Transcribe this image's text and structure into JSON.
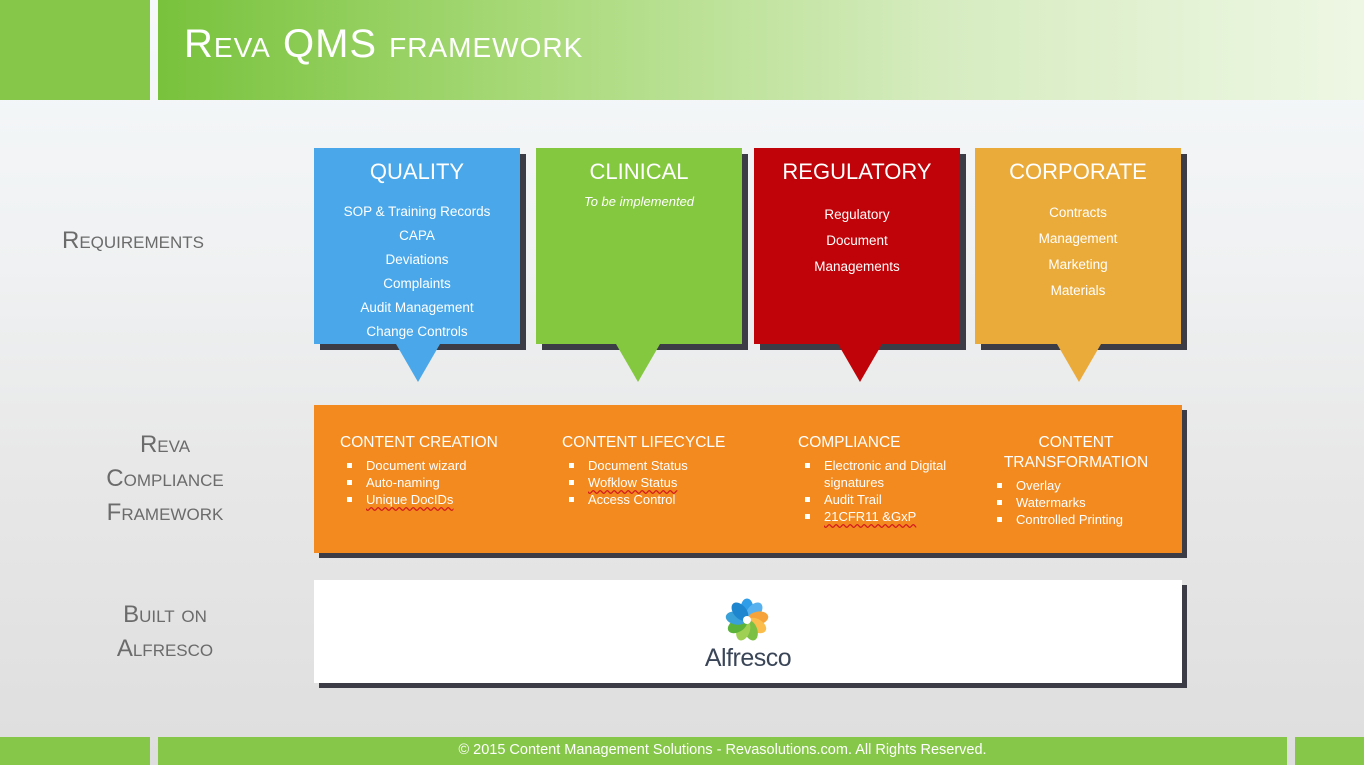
{
  "header": {
    "title": "Reva QMS framework"
  },
  "labels": {
    "requirements": "Requirements",
    "framework": [
      "Reva",
      "Compliance",
      "Framework"
    ],
    "built_on": [
      "Built on",
      "Alfresco"
    ]
  },
  "callouts": {
    "quality": {
      "title": "QUALITY",
      "items": [
        "SOP & Training Records",
        "CAPA",
        "Deviations",
        "Complaints",
        "Audit Management",
        "Change Controls"
      ],
      "color": "#4aa8ea"
    },
    "clinical": {
      "title": "CLINICAL",
      "subtitle": "To be implemented",
      "color": "#84c83f"
    },
    "regulatory": {
      "title": "REGULATORY",
      "items": [
        "Regulatory",
        "Document",
        "Managements"
      ],
      "color": "#c00308"
    },
    "corporate": {
      "title": "CORPORATE",
      "items": [
        "Contracts",
        "Management",
        "Marketing",
        "Materials"
      ],
      "color": "#ebab3b"
    }
  },
  "framework": {
    "color": "#f38a1f",
    "content_creation": {
      "title": "CONTENT CREATION",
      "items": [
        "Document wizard",
        "Auto-naming",
        "Unique DocIDs"
      ]
    },
    "content_lifecycle": {
      "title": "CONTENT LIFECYCLE",
      "items": [
        "Document Status",
        "Wofklow Status",
        "Access Control"
      ]
    },
    "compliance": {
      "title": "COMPLIANCE",
      "items": [
        "Electronic and Digital signatures",
        "Audit Trail",
        "21CFR11 &GxP"
      ]
    },
    "content_transformation": {
      "title": [
        "CONTENT",
        "TRANSFORMATION"
      ],
      "items": [
        "Overlay",
        "Watermarks",
        "Controlled Printing"
      ]
    }
  },
  "alfresco": {
    "wordmark": "Alfresco",
    "logo_icon": "alfresco-flower-icon"
  },
  "footer": {
    "text": "© 2015 Content Management Solutions - Revasolutions.com. All Rights Reserved."
  },
  "colors": {
    "header_green": "#86c74a",
    "shadow": "#3c3c46",
    "label_gray": "#6b6b6b"
  }
}
